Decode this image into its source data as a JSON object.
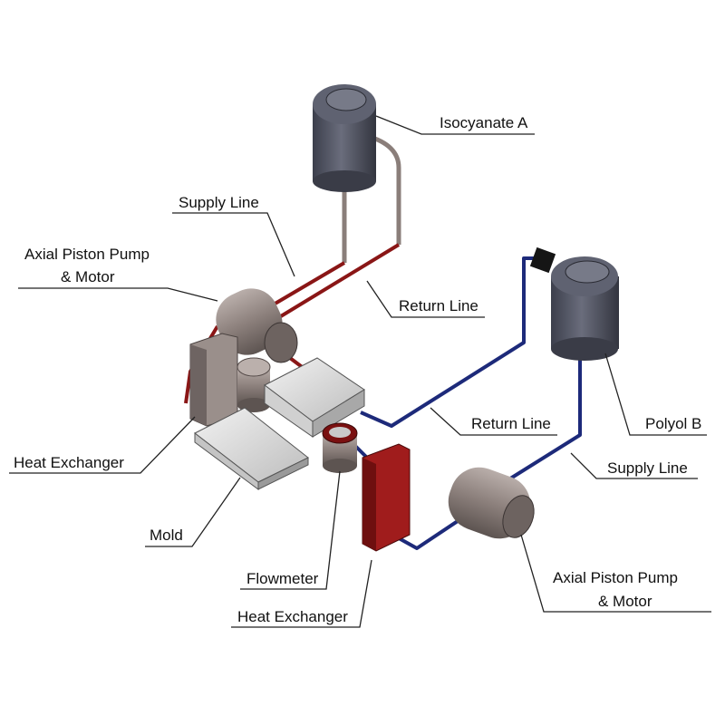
{
  "labels": {
    "isocyanate": "Isocyanate A",
    "supply_line_a": "Supply Line",
    "pump_a_line1": "Axial Piston Pump",
    "pump_a_line2": "& Motor",
    "return_line_a": "Return Line",
    "return_line_b": "Return Line",
    "polyol": "Polyol B",
    "supply_line_b": "Supply Line",
    "heat_exchanger_a": "Heat Exchanger",
    "mold": "Mold",
    "flowmeter": "Flowmeter",
    "heat_exchanger_b": "Heat Exchanger",
    "pump_b_line1": "Axial Piston Pump",
    "pump_b_line2": "& Motor"
  },
  "colors": {
    "line_a": "#8a1616",
    "line_b": "#1d2a7a",
    "tank": "#4a4d5c",
    "component": "#8c807c"
  }
}
